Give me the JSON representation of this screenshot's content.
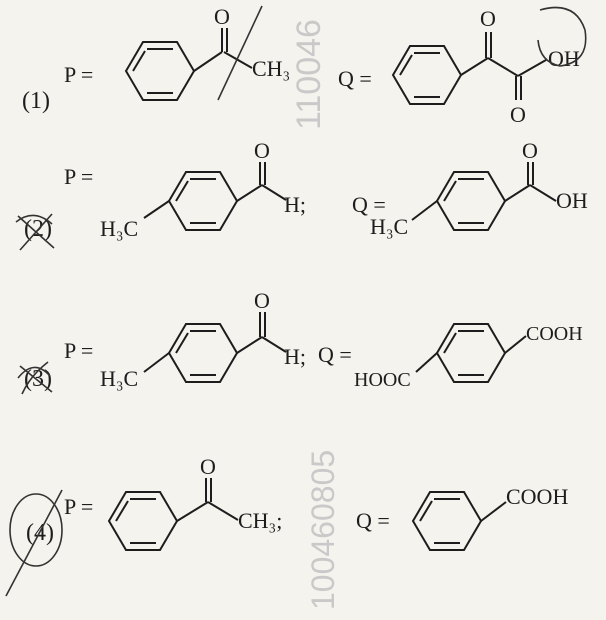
{
  "watermarks": {
    "top": "110046",
    "bottom": "100460805"
  },
  "options": [
    {
      "number": "(1)",
      "p_label": "P =",
      "p_group": "CH₃",
      "q_label": "Q =",
      "q_group": "OH",
      "oxygen": "O"
    },
    {
      "number": "(2)",
      "p_label": "P =",
      "p_methyl": "H₃C",
      "p_group": "H;",
      "q_label": "Q =",
      "q_methyl": "H₃C",
      "q_group": "OH",
      "oxygen": "O"
    },
    {
      "number": "(3)",
      "p_label": "P =",
      "p_methyl": "H₃C",
      "p_group": "H;",
      "q_label": "Q =",
      "q_left": "HOOC",
      "q_right": "COOH",
      "oxygen": "O"
    },
    {
      "number": "(4)",
      "p_label": "P =",
      "p_group": "CH₃;",
      "q_label": "Q =",
      "q_group": "COOH",
      "oxygen": "O"
    }
  ]
}
